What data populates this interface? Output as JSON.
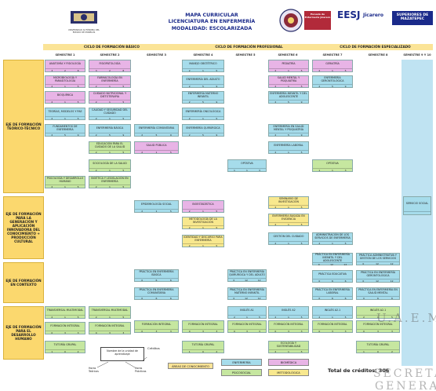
{
  "header": {
    "title_lines": [
      "MAPA CURRICULAR",
      "LICENCIATURA EN ENFERMERÍA",
      "MODALIDAD:  ESCOLARIZADA"
    ],
    "university": "UNIVERSIDAD AUTÓNOMA DEL ESTADO DE MORELOS",
    "eesj": "EESJ",
    "jicarero": "Jicarero",
    "xoxo": "Escuela de Enfermería Jicarero",
    "mazatepec": "SUPERIORES DE MAZATEPEC"
  },
  "cycles": [
    {
      "label": "CICLO DE FORMACIÓN BÁSICO"
    },
    {
      "label": "CICLO DE FORMACIÓN PROFESIONAL"
    },
    {
      "label": "CICLO DE FORMACIÓN ESPECIALIZADO"
    }
  ],
  "semesters": [
    "SEMESTRE 1",
    "SEMESTRE 2",
    "SEMESTRE 3",
    "SEMESTRE 4",
    "SEMESTRE 5",
    "SEMESTRE 6",
    "SEMESTRE 7",
    "SEMESTRE 8",
    "SEMESTRE 9 Y 10"
  ],
  "axes": [
    "EJE DE FORMACIÓN TEÓRICO-TÉCNICO",
    "EJE DE FORMACIÓN PARA LA GENERACIÓN Y APLICACIÓN INNOVADORA DEL CONOCIMIENTO + PRODUCCIÓN CULTURAL",
    "EJE DE FORMACIÓN EN CONTEXTO",
    "EJE DE FORMACIÓN PARA EL DESARROLLO HUMANO"
  ],
  "courses": [
    {
      "t": "ANATOMÍA Y FISIOLOGÍA",
      "n": [
        "3",
        "2",
        "8"
      ]
    },
    {
      "t": "MICROBIOLOGÍA Y PARASITOLOGÍA",
      "n": [
        "2",
        "1",
        "5"
      ]
    },
    {
      "t": "BIOQUÍMICA",
      "n": [
        "2",
        "1",
        "5"
      ]
    },
    {
      "t": "TEORÍAS, MODELOS Y PAE",
      "n": [
        "2",
        "1",
        "5"
      ]
    },
    {
      "t": "FUNDAMENTOS DE ENFERMERÍA",
      "n": [
        "2",
        "5",
        "9"
      ]
    },
    {
      "t": "PSICOLOGÍA Y DESARROLLO HUMANO",
      "n": [
        "2",
        "1",
        "5"
      ]
    },
    {
      "t": "FISIOPATOLOGÍA",
      "n": [
        "3",
        "2",
        "8"
      ]
    },
    {
      "t": "FARMACOLOGÍA EN ENFERMERÍA",
      "n": [
        "2",
        "1",
        "5"
      ]
    },
    {
      "t": "CUIDADO NUTRICIONAL Y DIETOTERAPIA",
      "n": [
        "2",
        "1",
        "5"
      ]
    },
    {
      "t": "CALIDAD Y SEGURIDAD DEL CUIDADO",
      "n": [
        "2",
        "1",
        "5"
      ]
    },
    {
      "t": "ENFERMERÍA BÁSICA",
      "n": [
        "2",
        "5",
        "9"
      ]
    },
    {
      "t": "EDUCACIÓN PARA EL CUIDADO DE LA SALUD",
      "n": [
        "2",
        "1",
        "5"
      ]
    },
    {
      "t": "SOCIOLOGÍA DE LA SALUD",
      "n": [
        "2",
        "1",
        "5"
      ]
    },
    {
      "t": "BIOÉTICA Y LEGISLACIÓN EN ENFERMERÍA",
      "n": [
        "2",
        "1",
        "5"
      ]
    },
    {
      "t": "ENFERMERÍA COMUNITARIA",
      "n": [
        "2",
        "5",
        "9"
      ]
    },
    {
      "t": "SALUD PÚBLICA",
      "n": [
        "2",
        "1",
        "5"
      ]
    },
    {
      "t": "EPIDEMIOLOGÍA SOCIAL",
      "n": [
        "2",
        "1",
        "5"
      ]
    },
    {
      "t": "PRÁCTICA EN ENFERMERÍA BÁSICA",
      "n": [
        "0",
        "6",
        "6"
      ]
    },
    {
      "t": "PRÁCTICA EN ENFERMERÍA COMUNITARIA",
      "n": [
        "0",
        "6",
        "6"
      ]
    },
    {
      "t": "FORMACIÓN INTEGRAL",
      "n": [
        "0",
        "3",
        "3"
      ]
    },
    {
      "t": "MANEJO OBSTÉTRICO",
      "n": [
        "2",
        "1",
        "5"
      ]
    },
    {
      "t": "ENFERMERÍA DEL ADULTO",
      "n": [
        "2",
        "5",
        "9"
      ]
    },
    {
      "t": "ENFERMERÍA MATERNO INFANTIL",
      "n": [
        "2",
        "5",
        "9"
      ]
    },
    {
      "t": "ENFERMERÍA ONCOLÓGICA",
      "n": [
        "2",
        "1",
        "5"
      ]
    },
    {
      "t": "ENFERMERÍA QUIRÚRGICA",
      "n": [
        "2",
        "5",
        "9"
      ]
    },
    {
      "t": "BIOESTADÍSTICA",
      "n": [
        "2",
        "1",
        "5"
      ]
    },
    {
      "t": "METODOLOGÍA DE LA INVESTIGACIÓN",
      "n": [
        "2",
        "1",
        "5"
      ]
    },
    {
      "t": "IDENTIDAD Y DISCURSO PARA ENFERMERÍA",
      "n": [
        "2",
        "1",
        "5"
      ]
    },
    {
      "t": "PRÁCTICA EN ENFERMERÍA QUIRÚRGICA Y DEL ADULTO",
      "n": [
        "0",
        "12",
        "12"
      ]
    },
    {
      "t": "PRÁCTICA EN ENFERMERÍA MATERNO INFANTIL",
      "n": [
        "0",
        "12",
        "12"
      ]
    },
    {
      "t": "OPTATIVA",
      "n": [
        "1",
        "1",
        "3"
      ]
    },
    {
      "t": "INGLÉS A1",
      "n": [
        "2",
        "1",
        "5"
      ]
    },
    {
      "t": "PEDIATRÍA",
      "n": [
        "2",
        "1",
        "5"
      ]
    },
    {
      "t": "SALUD MENTAL Y PSIQUIATRÍA",
      "n": [
        "2",
        "1",
        "5"
      ]
    },
    {
      "t": "ENFERMERÍA INFANTIL Y DEL ADOLESCENTE",
      "n": [
        "2",
        "5",
        "9"
      ]
    },
    {
      "t": "ENFERMERÍA EN SALUD MENTAL Y PSIQUIATRÍA",
      "n": [
        "2",
        "5",
        "9"
      ]
    },
    {
      "t": "ENFERMERÍA LABORAL",
      "n": [
        "2",
        "1",
        "5"
      ]
    },
    {
      "t": "SEMINARIO DE INVESTIGACIÓN",
      "n": [
        "2",
        "1",
        "5"
      ]
    },
    {
      "t": "ENFERMERÍA BASADA EN EVIDENCIA",
      "n": [
        "2",
        "1",
        "5"
      ]
    },
    {
      "t": "GESTIÓN DEL CUIDADO",
      "n": [
        "2",
        "1",
        "5"
      ]
    },
    {
      "t": "INGLÉS A2",
      "n": [
        "2",
        "1",
        "5"
      ]
    },
    {
      "t": "GERIATRÍA",
      "n": [
        "2",
        "1",
        "5"
      ]
    },
    {
      "t": "ENFERMERÍA GERONTOLÓGICA",
      "n": [
        "2",
        "5",
        "9"
      ]
    },
    {
      "t": "ADMINISTRACIÓN DE LOS SERVICIOS DE ENFERMERÍA",
      "n": [
        "2",
        "1",
        "5"
      ]
    },
    {
      "t": "PRÁCTICA EN ENFERMERÍA INFANTIL Y DEL ADOLESCENTE",
      "n": [
        "0",
        "12",
        "12"
      ]
    },
    {
      "t": "PRÁCTICA EDUCATIVA",
      "n": [
        "0",
        "6",
        "6"
      ]
    },
    {
      "t": "PRÁCTICA EN ENFERMERÍA LABORAL",
      "n": [
        "0",
        "6",
        "6"
      ]
    },
    {
      "t": "TUTORÍA GRUPAL",
      "n": [
        "1",
        "0",
        "2"
      ]
    },
    {
      "t": "INGLÉS A2.1",
      "n": [
        "2",
        "1",
        "5"
      ]
    },
    {
      "t": "PRÁCTICA ADMINISTRATIVA Y GESTIÓN DE LOS SERVICIOS",
      "n": [
        "0",
        "12",
        "12"
      ]
    },
    {
      "t": "PRÁCTICA EN ENFERMERÍA GERONTOLÓGICA",
      "n": [
        "0",
        "12",
        "12"
      ]
    },
    {
      "t": "PRÁCTICA EN ENFERMERÍA EN SALUD MENTAL",
      "n": [
        "0",
        "6",
        "6"
      ]
    },
    {
      "t": "SERVICIO SOCIAL",
      "n": [
        "",
        "",
        ""
      ]
    },
    {
      "t": "TRANSVERSAL MULTIMODAL",
      "n": [
        "2",
        "1",
        "5"
      ]
    },
    {
      "t": "FORMACIÓN INTEGRAL",
      "n": [
        "0",
        "3",
        "3"
      ]
    },
    {
      "t": "ECOLOGÍA Y SUSTENTABILIDAD",
      "n": [
        "2",
        "1",
        "5"
      ]
    },
    {
      "t": "OPTATIVA",
      "n": [
        "1",
        "1",
        "3"
      ]
    }
  ],
  "legend": {
    "unit": "Nombre de la unidad de aprendizaje",
    "credits": "Créditos",
    "teoria": "Horas Teóricas",
    "practica": "Horas Prácticas",
    "areas": "ÁREAS DE CONOCIMIENTO",
    "enfermeria": "ENFERMERÍA",
    "biomedica": "BIOMÉDICA",
    "psicosocial": "PSICOSOCIAL",
    "metodologica": "METODOLÓGICA",
    "total": "Total de créditos: 306"
  },
  "watermark": [
    "U.A.E.M.",
    "SECRETARÍA",
    "GENERAL"
  ],
  "colors": {
    "biomedica": "#e8b4e6",
    "enfermeria": "#a6dceb",
    "psicosocial": "#c6e7a0",
    "metodologica": "#f8e88e",
    "axis": "#fbd86e"
  }
}
